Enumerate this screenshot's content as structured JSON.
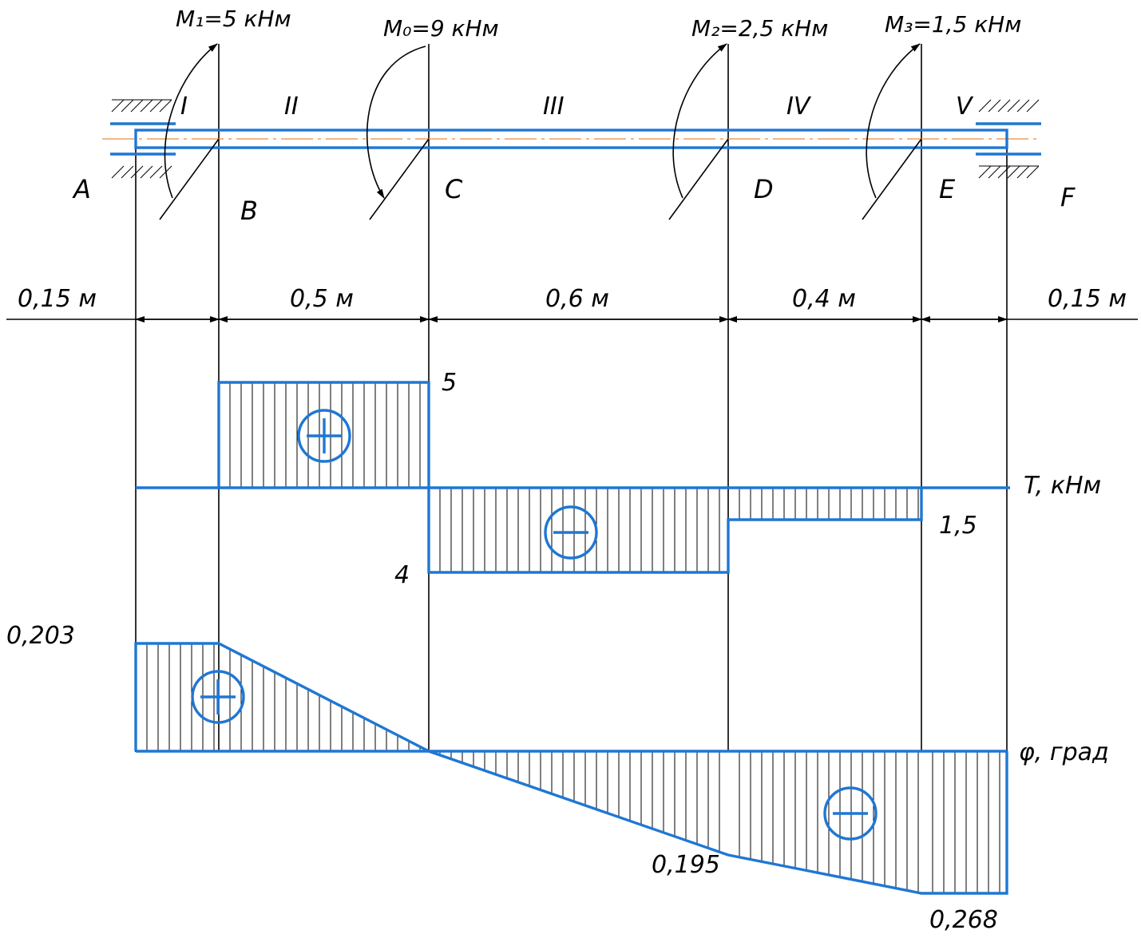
{
  "colors": {
    "line": "#1f77d4",
    "ink": "#000000",
    "axis": "#e8a060"
  },
  "moments": [
    {
      "id": "m1",
      "label": "M₁=5 кНм"
    },
    {
      "id": "m0",
      "label": "M₀=9 кНм"
    },
    {
      "id": "m2",
      "label": "M₂=2,5 кНм"
    },
    {
      "id": "m3",
      "label": "M₃=1,5 кНм"
    }
  ],
  "sections": [
    "I",
    "II",
    "III",
    "IV",
    "V"
  ],
  "points": [
    "A",
    "B",
    "C",
    "D",
    "E",
    "F"
  ],
  "dimensions": [
    "0,15 м",
    "0,5 м",
    "0,6 м",
    "0,4 м",
    "0,15 м"
  ],
  "torque_diagram": {
    "axis_label": "T, кНм",
    "values": [
      0,
      5,
      -4,
      -1.5,
      0
    ],
    "labels": {
      "b_c": "5",
      "c_d": "4",
      "d_e": "1,5"
    },
    "signs": {
      "positive": "+",
      "negative": "−"
    }
  },
  "angle_diagram": {
    "axis_label": "φ, град",
    "values_at_points": [
      0.203,
      0.203,
      0,
      -0.195,
      -0.268,
      -0.268
    ],
    "labels": {
      "a": "0,203",
      "d": "0,195",
      "e": "0,268"
    },
    "signs": {
      "positive": "+",
      "negative": "−"
    }
  }
}
